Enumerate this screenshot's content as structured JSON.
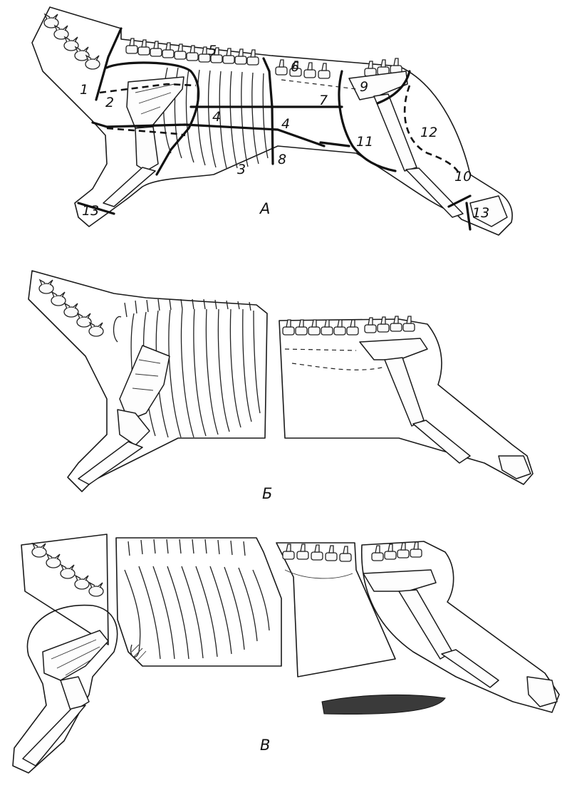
{
  "panels": [
    {
      "letter": "А"
    },
    {
      "letter": "Б"
    },
    {
      "letter": "В"
    }
  ],
  "cut_numbers": [
    "1",
    "2",
    "3",
    "4",
    "4",
    "5",
    "6",
    "7",
    "8",
    "9",
    "10",
    "11",
    "12",
    "13",
    "13"
  ]
}
